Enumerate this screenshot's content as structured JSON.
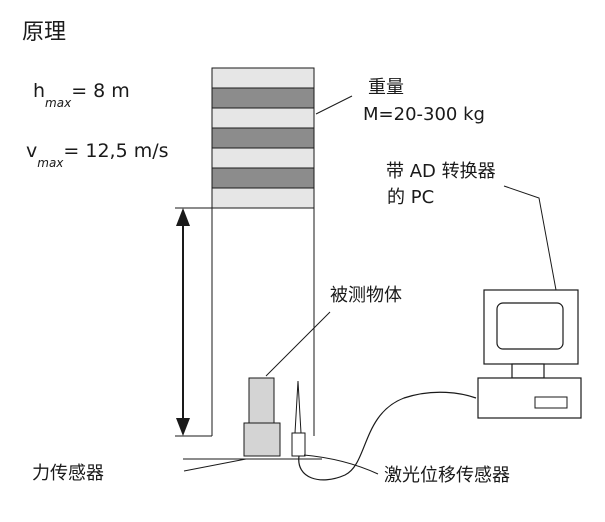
{
  "title": "原理",
  "params": {
    "h_sym": "h",
    "h_sub": "max",
    "h_val": "= 8 m",
    "v_sym": "v",
    "v_sub": "max",
    "v_val": "= 12,5 m/s"
  },
  "labels": {
    "weight": "重量",
    "mass": "M=20-300 kg",
    "pc_line1": "带 AD 转换器",
    "pc_line2": "的 PC",
    "object": "被测物体",
    "force_sensor": "力传感器",
    "laser_sensor": "激光位移传感器"
  },
  "colors": {
    "line": "#1a1a1a",
    "light_band": "#e6e6e6",
    "dark_band": "#8c8c8c",
    "object_fill": "#d4d4d4"
  }
}
